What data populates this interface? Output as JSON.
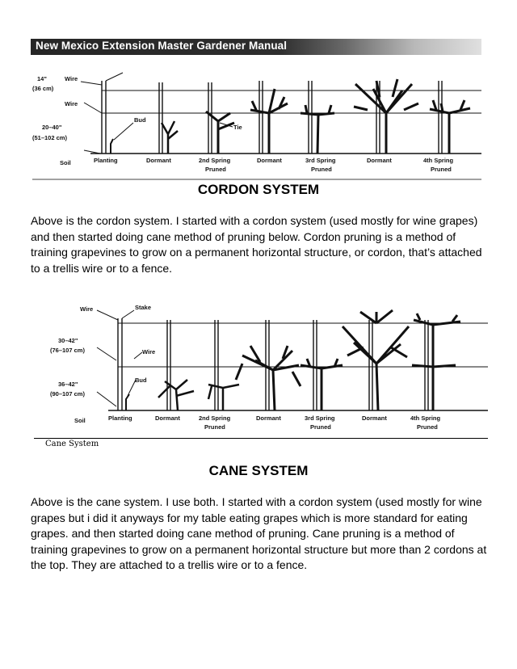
{
  "header": {
    "banner": "New Mexico Extension Master Gardener Manual"
  },
  "cordon_figure": {
    "labels": {
      "top_height_in": "14\"",
      "top_height_cm": "(36 cm)",
      "wire_top": "Wire",
      "wire_mid": "Wire",
      "bud": "Bud",
      "tie": "Tie",
      "low_height_in": "20–40\"",
      "low_height_cm": "(51–102 cm)",
      "soil": "Soil"
    },
    "stages": [
      {
        "line1": "Planting",
        "line2": ""
      },
      {
        "line1": "Dormant",
        "line2": ""
      },
      {
        "line1": "2nd Spring",
        "line2": "Pruned"
      },
      {
        "line1": "Dormant",
        "line2": ""
      },
      {
        "line1": "3rd Spring",
        "line2": "Pruned"
      },
      {
        "line1": "Dormant",
        "line2": ""
      },
      {
        "line1": "4th Spring",
        "line2": "Pruned"
      }
    ]
  },
  "cordon_section": {
    "title": "CORDON SYSTEM",
    "paragraph": "Above is the cordon system. I started with a cordon system (used mostly for wine grapes) and then started doing cane method of pruning below. Cordon pruning is a method of training grapevines to grow on a permanent horizontal structure, or cordon, that’s attached to a trellis wire or to a fence."
  },
  "cane_figure": {
    "labels": {
      "wire_top": "Wire",
      "stake": "Stake",
      "upper_height_in": "30–42\"",
      "upper_height_cm": "(76–107 cm)",
      "wire_mid": "Wire",
      "bud": "Bud",
      "lower_height_in": "36–42\"",
      "lower_height_cm": "(90–107 cm)",
      "soil": "Soil"
    },
    "stages": [
      {
        "line1": "Planting",
        "line2": ""
      },
      {
        "line1": "Dormant",
        "line2": ""
      },
      {
        "line1": "2nd Spring",
        "line2": "Pruned"
      },
      {
        "line1": "Dormant",
        "line2": ""
      },
      {
        "line1": "3rd Spring",
        "line2": "Pruned"
      },
      {
        "line1": "Dormant",
        "line2": ""
      },
      {
        "line1": "4th Spring",
        "line2": "Pruned"
      }
    ],
    "caption": "Cane System"
  },
  "cane_section": {
    "title": "CANE SYSTEM",
    "paragraph": "Above is the cane system. I use both. I started with a cordon system (used mostly for wine grapes but i did it anyways for my table eating grapes which is more standard for eating grapes. and then started doing cane method of pruning. Cane pruning is a method of training grapevines to grow on a permanent horizontal structure but more than 2 cordons at the top. They are attached to a trellis wire or to a fence."
  }
}
